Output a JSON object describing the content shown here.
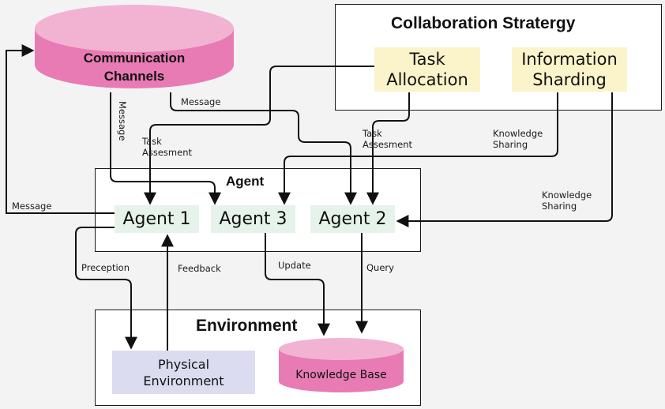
{
  "nodes": {
    "communication_channels": "Communication\nChannels",
    "collaboration_title": "Collaboration Stratergy",
    "task_allocation": "Task\nAllocation",
    "information_sharding": "Information\nSharding",
    "agent_title": "Agent",
    "agent1": "Agent 1",
    "agent3": "Agent 3",
    "agent2": "Agent 2",
    "environment_title": "Environment",
    "physical_environment": "Physical\nEnvironment",
    "knowledge_base": "Knowledge Base"
  },
  "edges": {
    "message_vertical": "Message",
    "message_top": "Message",
    "message_left": "Message",
    "task_assesment_left": "Task\nAssesment",
    "task_assesment_right": "Task\nAssesment",
    "knowledge_sharing_top": "Knowledge\nSharing",
    "knowledge_sharing_right": "Knowledge\nSharing",
    "preception": "Preception",
    "feedback": "Feedback",
    "update": "Update",
    "query": "Query"
  },
  "colors": {
    "pink": "#e87bb3",
    "pink_top": "#f2b3d3",
    "agent_fill": "#e6f3ea",
    "yellow_fill": "#fbf3c9",
    "env_fill": "#dcdcf0"
  }
}
